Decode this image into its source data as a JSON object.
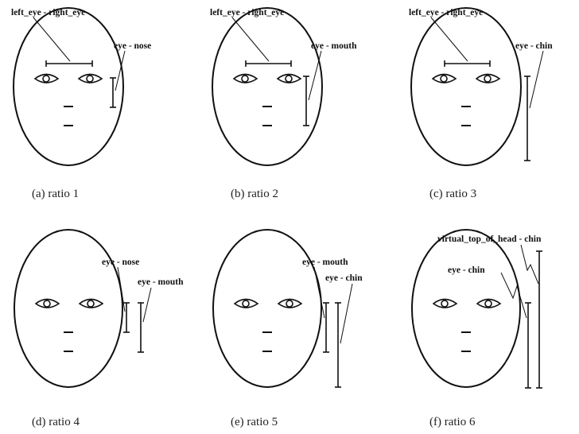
{
  "panels": [
    {
      "id": "a",
      "caption": "(a) ratio 1",
      "labels": {
        "eye_distance": "left_eye - right_eye",
        "measure": "eye - nose"
      }
    },
    {
      "id": "b",
      "caption": "(b) ratio 2",
      "labels": {
        "eye_distance": "left_eye - right_eye",
        "measure": "eye - mouth"
      }
    },
    {
      "id": "c",
      "caption": "(c) ratio 3",
      "labels": {
        "eye_distance": "left_eye - right_eye",
        "measure": "eye - chin"
      }
    },
    {
      "id": "d",
      "caption": "(d) ratio 4",
      "labels": {
        "measure_1": "eye - nose",
        "measure_2": "eye - mouth"
      }
    },
    {
      "id": "e",
      "caption": "(e) ratio 5",
      "labels": {
        "measure_1": "eye - mouth",
        "measure_2": "eye - chin"
      }
    },
    {
      "id": "f",
      "caption": "(f) ratio 6",
      "labels": {
        "measure_1": "virtual_top_of_head - chin",
        "measure_2": "eye - chin"
      }
    }
  ],
  "colors": {
    "ink": "#111111",
    "background": "#ffffff"
  }
}
